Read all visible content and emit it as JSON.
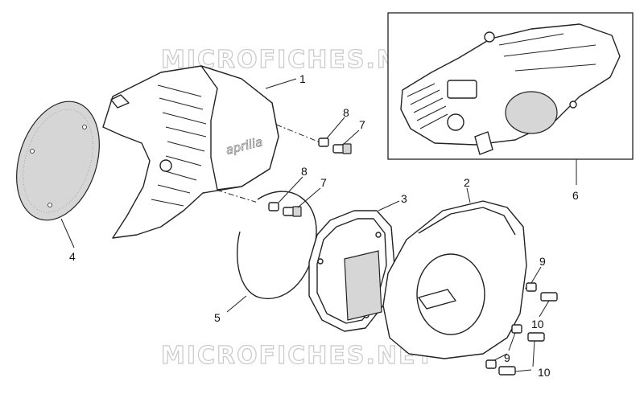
{
  "watermark": {
    "top": "MICROFICHES.NET",
    "bottom": "MICROFICHES.NET"
  },
  "cover_brand_text": "aprilia",
  "callouts": [
    {
      "id": "c1",
      "label": "1"
    },
    {
      "id": "c8a",
      "label": "8"
    },
    {
      "id": "c7a",
      "label": "7"
    },
    {
      "id": "c8b",
      "label": "8"
    },
    {
      "id": "c7b",
      "label": "7"
    },
    {
      "id": "c3",
      "label": "3"
    },
    {
      "id": "c2",
      "label": "2"
    },
    {
      "id": "c4",
      "label": "4"
    },
    {
      "id": "c5",
      "label": "5"
    },
    {
      "id": "c6",
      "label": "6"
    },
    {
      "id": "c9a",
      "label": "9"
    },
    {
      "id": "c10a",
      "label": "10"
    },
    {
      "id": "c9b",
      "label": "9"
    },
    {
      "id": "c10b",
      "label": "10"
    }
  ]
}
